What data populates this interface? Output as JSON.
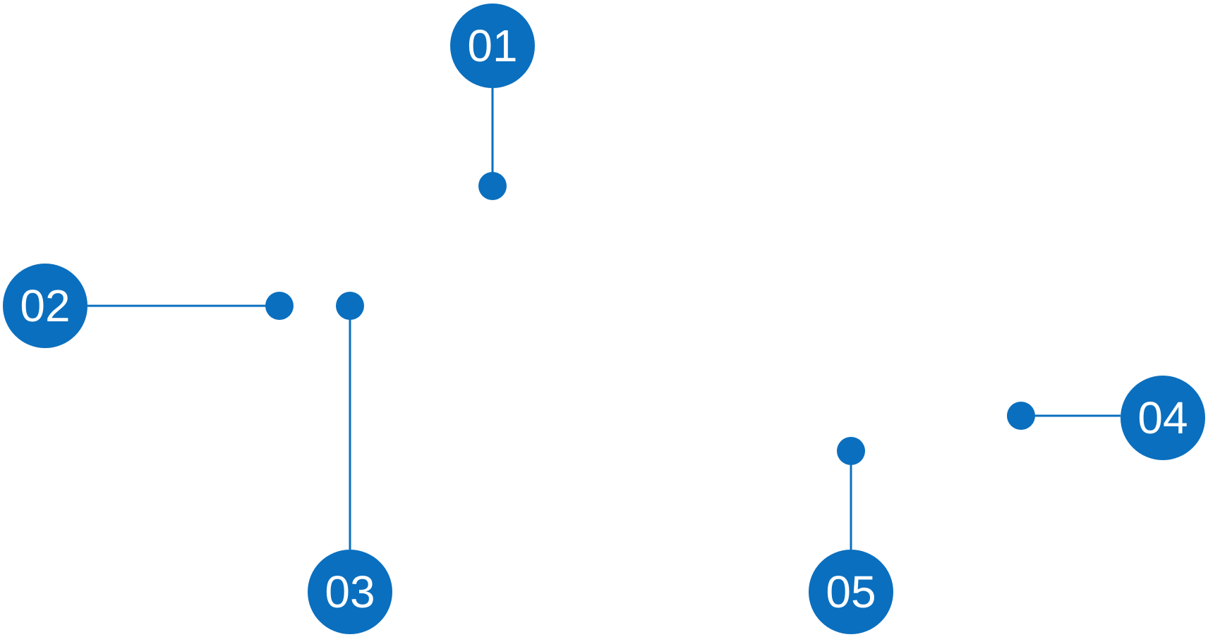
{
  "colors": {
    "accent": "#0a6fbf",
    "label": "#ffffff",
    "background": "#ffffff"
  },
  "callouts": [
    {
      "number": "01",
      "anchor_icon": "dot-icon"
    },
    {
      "number": "02",
      "anchor_icon": "dot-icon"
    },
    {
      "number": "03",
      "anchor_icon": "dot-icon"
    },
    {
      "number": "04",
      "anchor_icon": "dot-icon"
    },
    {
      "number": "05",
      "anchor_icon": "dot-icon"
    }
  ]
}
